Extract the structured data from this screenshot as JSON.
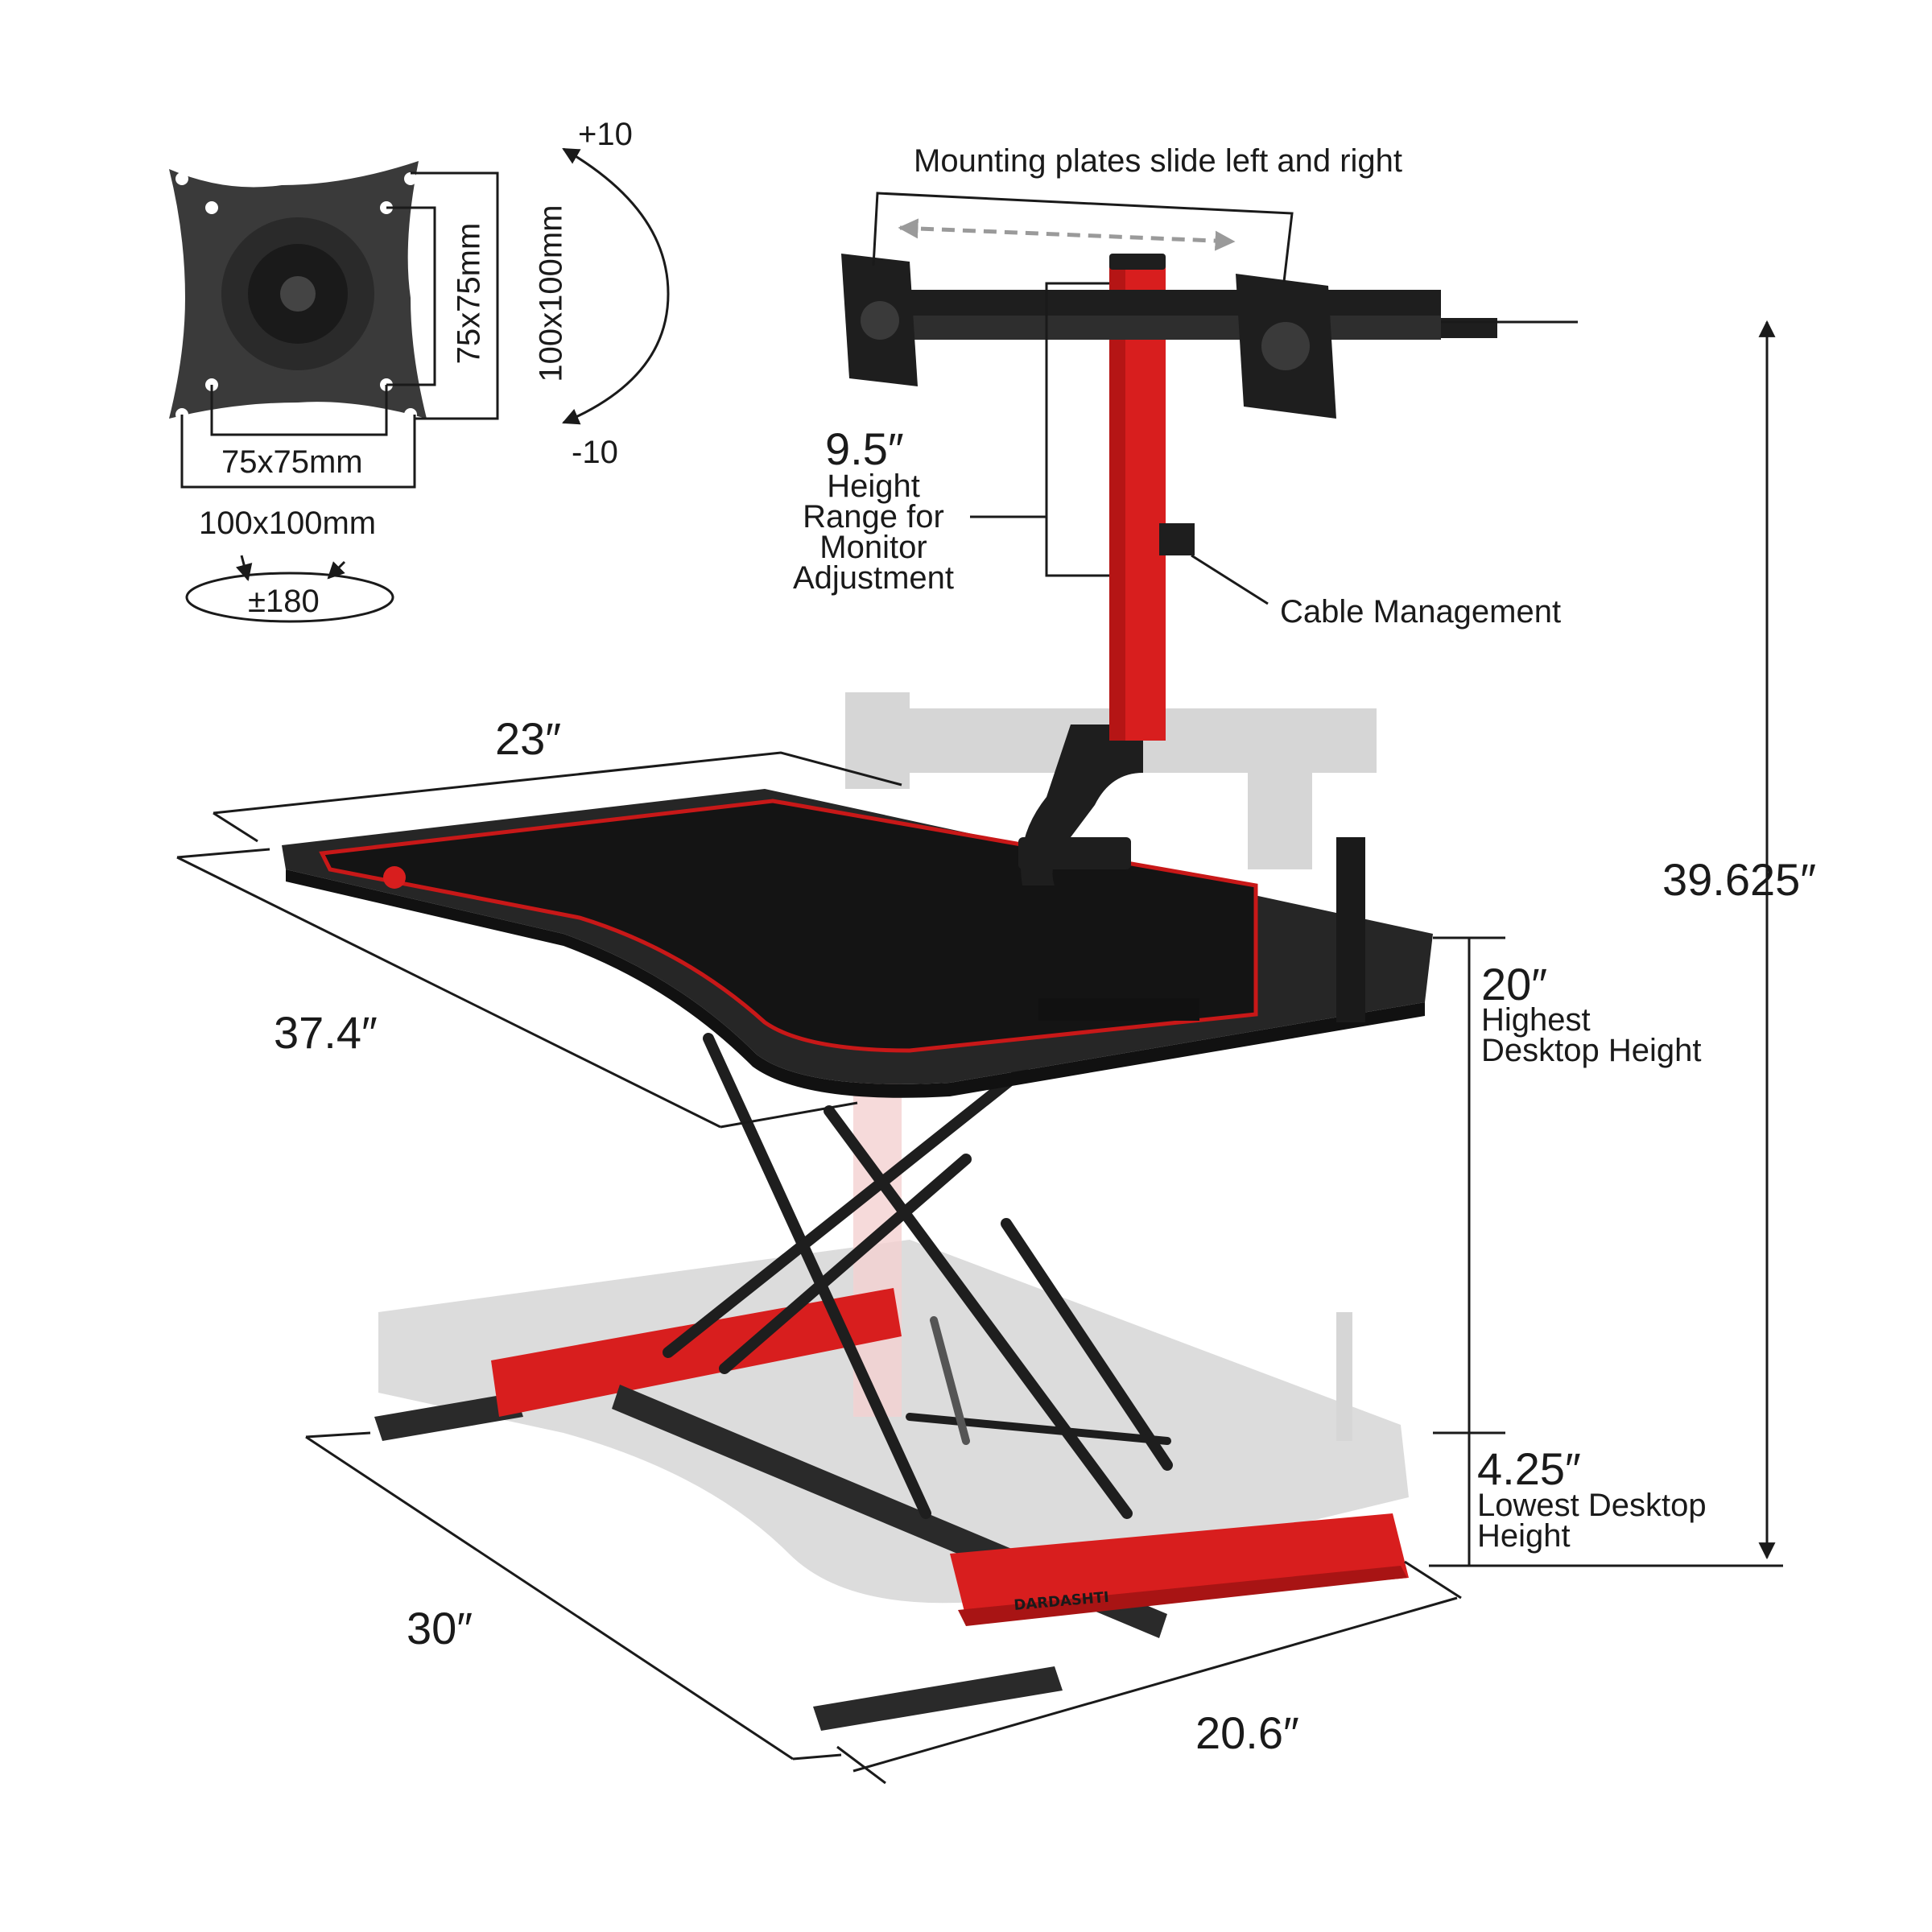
{
  "mount_plate": {
    "inner_width": "75x75mm",
    "outer_width": "100x100mm",
    "inner_height": "75x75mm",
    "outer_height": "100x100mm",
    "swivel": "±180",
    "tilt_up": "+10",
    "tilt_down": "-10"
  },
  "top_note": "Mounting plates slide left and right",
  "monitor_height": {
    "value": "9.5″",
    "lines": [
      "Height",
      "Range for",
      "Monitor",
      "Adjustment"
    ]
  },
  "cable_management": "Cable Management",
  "dimensions": {
    "desk_depth": "23″",
    "desk_width": "37.4″",
    "base_width": "30″",
    "base_depth": "20.6″",
    "total_height": "39.625″"
  },
  "highest": {
    "value": "20″",
    "line1": "Highest",
    "line2": "Desktop Height"
  },
  "lowest": {
    "value": "4.25″",
    "line1": "Lowest Desktop",
    "line2": "Height"
  },
  "brand": "DARDASHTI",
  "colors": {
    "accent_red": "#d81e1e",
    "dark": "#1e1e1e",
    "line": "#1a1a1a",
    "ghost": "#d9d9d9"
  }
}
